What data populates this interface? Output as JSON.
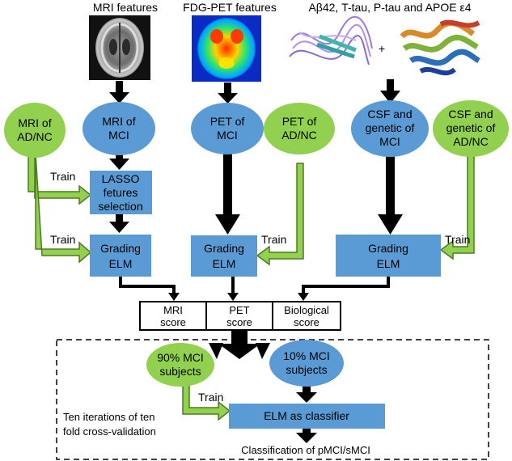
{
  "headers": {
    "mri": "MRI features",
    "pet": "FDG-PET features",
    "csf": "Aβ42, T-tau, P-tau and APOE ε4"
  },
  "plus": "+",
  "nodes": {
    "mri_adnc": [
      "MRI of",
      "AD/NC"
    ],
    "mri_mci": [
      "MRI of",
      "MCI"
    ],
    "pet_mci": [
      "PET of",
      "MCI"
    ],
    "pet_adnc": [
      "PET of",
      "AD/NC"
    ],
    "csf_mci": [
      "CSF and",
      "genetic of",
      "MCI"
    ],
    "csf_adnc": [
      "CSF and",
      "genetic of",
      "AD/NC"
    ],
    "lasso": [
      "LASSO",
      "fetures",
      "selection"
    ],
    "grading_mri": [
      "Grading",
      "ELM"
    ],
    "grading_pet": [
      "Grading",
      "ELM"
    ],
    "grading_csf": [
      "Grading",
      "ELM"
    ],
    "score_mri": [
      "MRI",
      "score"
    ],
    "score_pet": [
      "PET",
      "score"
    ],
    "score_bio": [
      "Biological",
      "score"
    ],
    "subj90": [
      "90% MCI",
      "subjects"
    ],
    "subj10": [
      "10% MCI",
      "subjects"
    ],
    "classifier": "ELM as classifier"
  },
  "train_label": "Train",
  "cv_note": [
    "Ten iterations of ten",
    "fold cross-validation"
  ],
  "result": "Classification of pMCI/sMCI",
  "colors": {
    "blue": "#5b9bd5",
    "green": "#92d050",
    "green_stroke": "#4e7a1f",
    "black": "#000000"
  }
}
